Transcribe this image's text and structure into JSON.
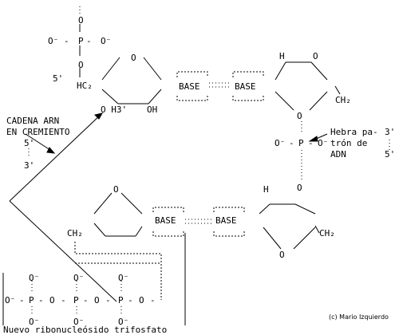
{
  "labels": {
    "cadena_line1": "CADENA ARN",
    "cadena_line2": "EN CREMIENTO",
    "left_5prime": "5'",
    "left_3prime": "3'",
    "hebra_line1": "Hebra pa-",
    "hebra_line2": "trón de",
    "hebra_line3": "ADN",
    "right_3prime": "3'",
    "right_5prime": "5'",
    "base": "BASE",
    "oh": "OH",
    "o_h3prime": "O H3'",
    "five_prime_top": "5'",
    "credit": "(c) Mario Izquierdo",
    "caption": "Nuevo ribonucleósido trifosfato"
  },
  "atoms": {
    "O": "O",
    "O_minus": "O⁻",
    "P": "P",
    "H": "H",
    "HC2": "HC₂",
    "CH2": "CH₂"
  }
}
